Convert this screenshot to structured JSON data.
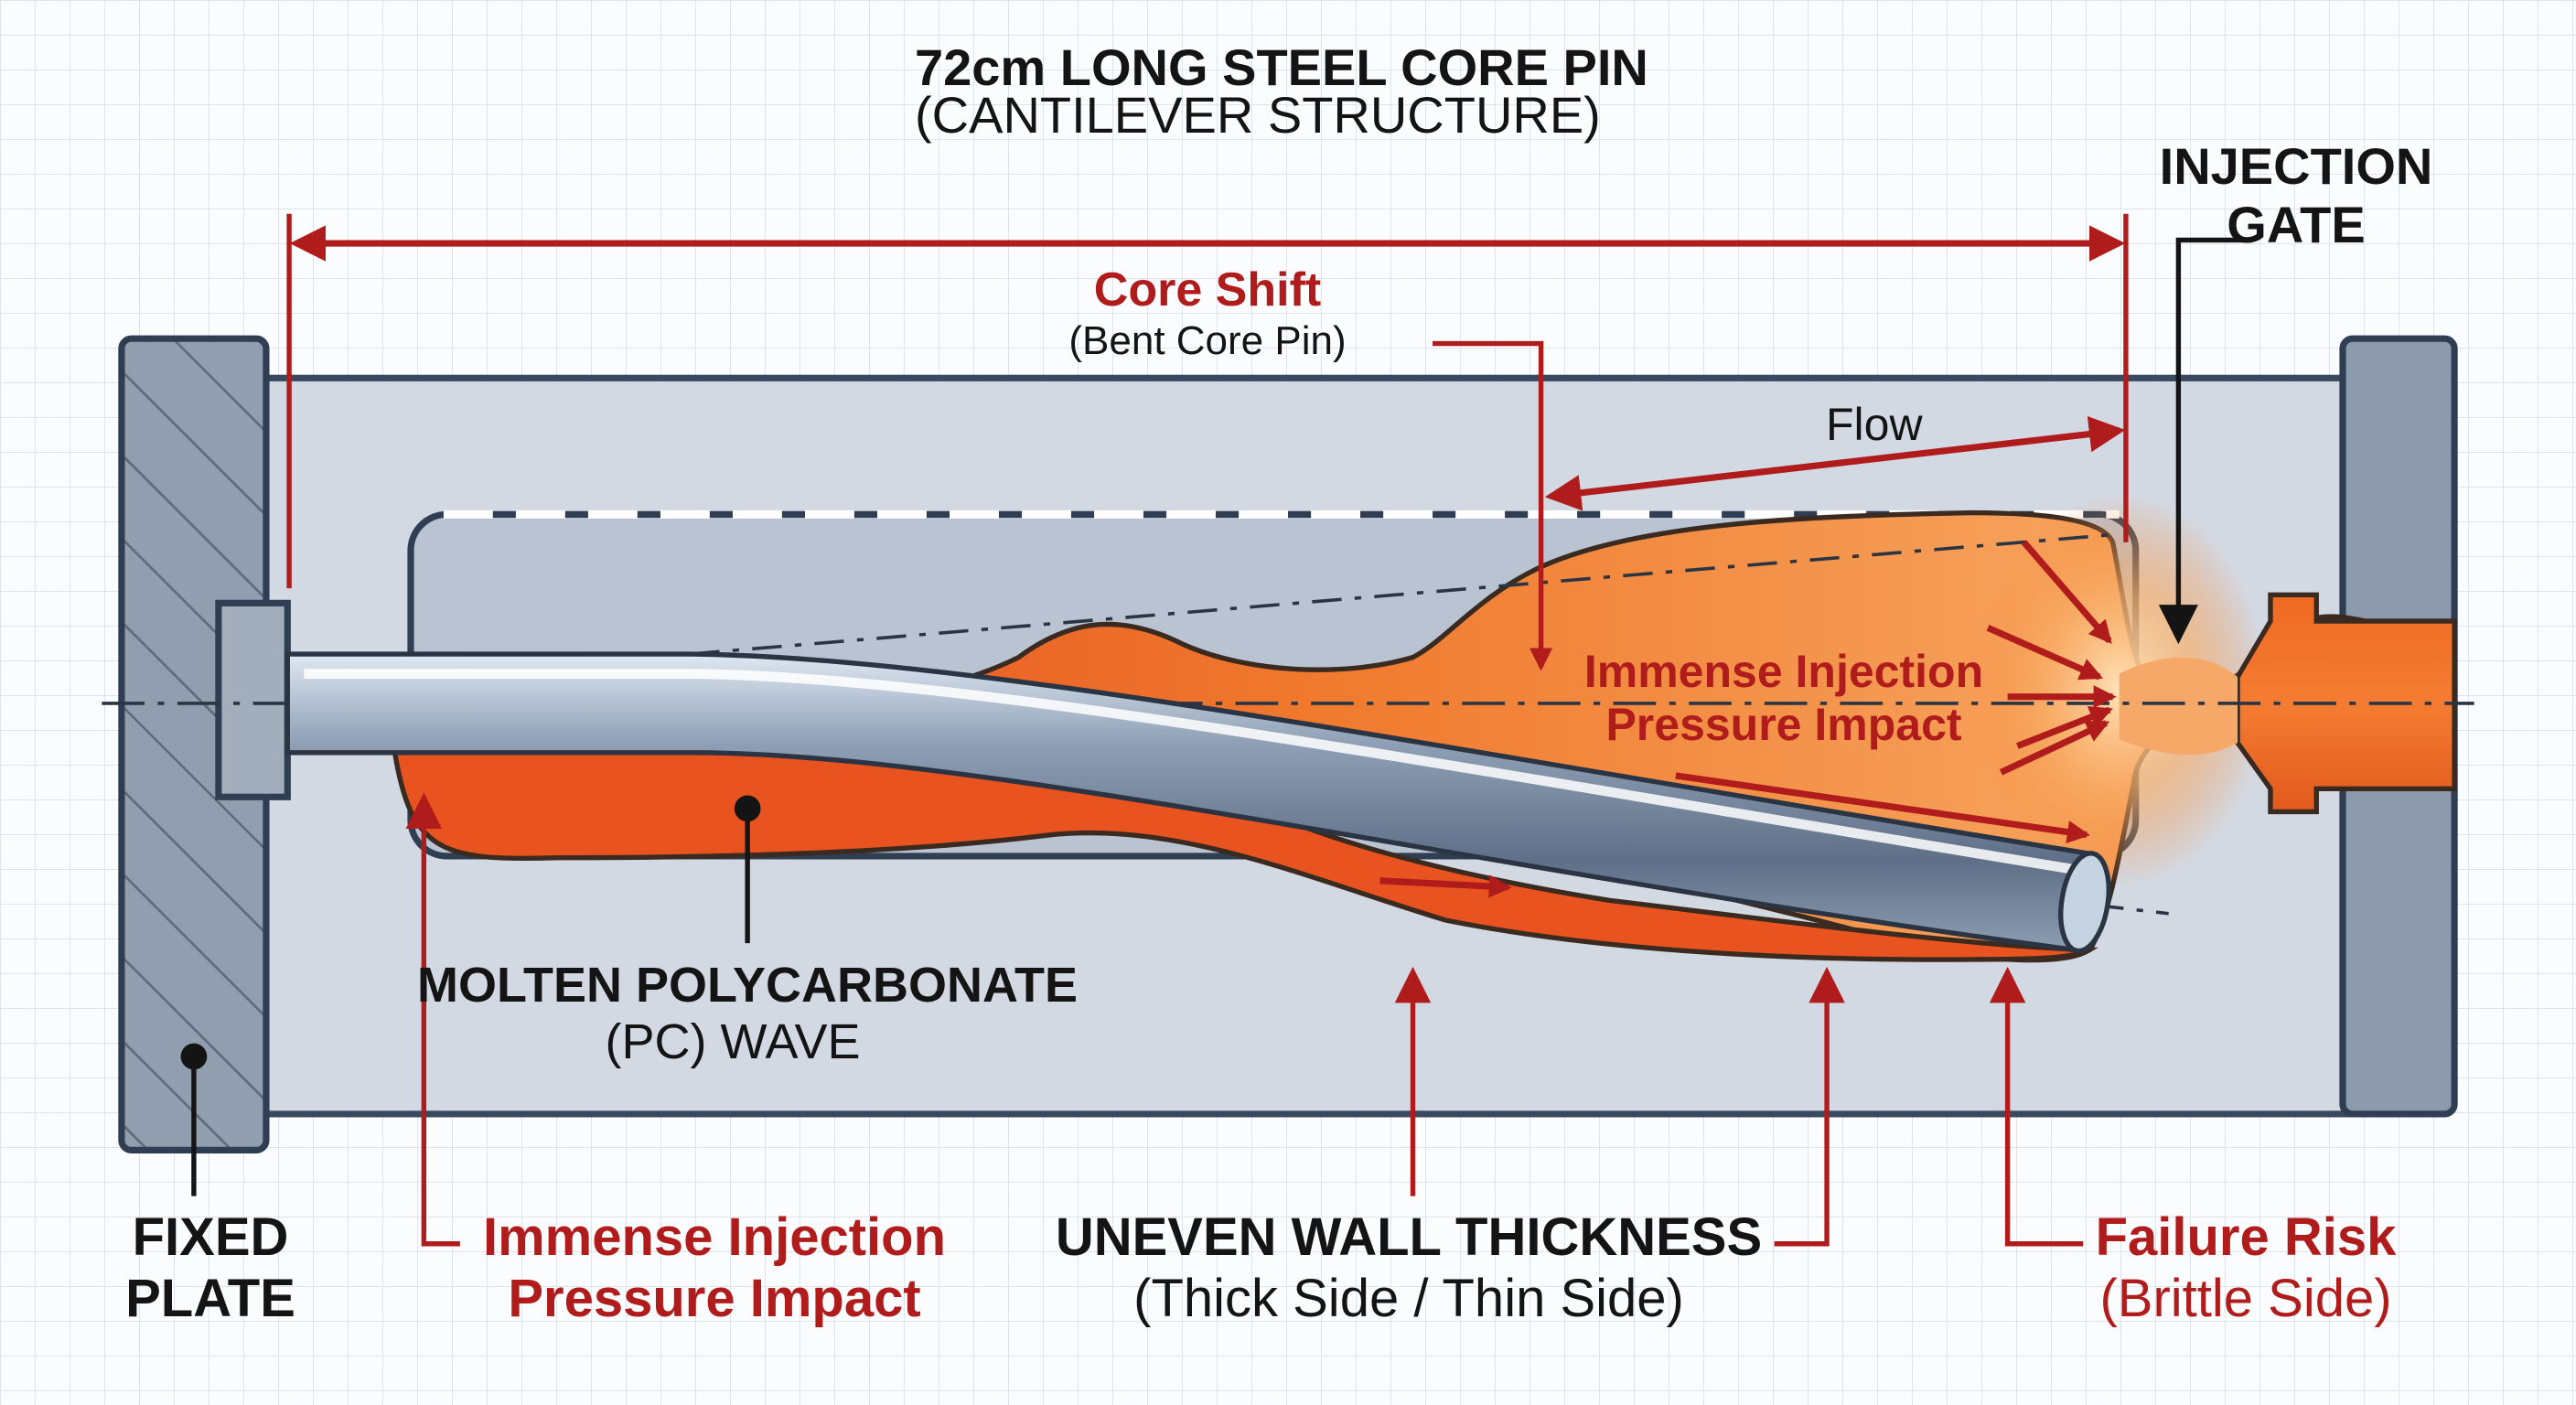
{
  "title": {
    "line1": "72cm LONG STEEL CORE PIN",
    "line2": "(CANTILEVER STRUCTURE)"
  },
  "injection_gate": {
    "line1": "INJECTION",
    "line2": "GATE"
  },
  "core_shift": {
    "line1": "Core Shift",
    "line2": "(Bent Core Pin)"
  },
  "flow": {
    "label": "Flow"
  },
  "pressure_inner": {
    "line1": "Immense Injection",
    "line2": "Pressure Impact"
  },
  "molten_pc": {
    "line1": "MOLTEN POLYCARBONATE",
    "line2": "(PC) WAVE"
  },
  "fixed_plate": {
    "line1": "FIXED",
    "line2": "PLATE"
  },
  "pressure_bottom": {
    "line1": "Immense Injection",
    "line2": "Pressure Impact"
  },
  "uneven_wall": {
    "line1": "UNEVEN WALL THICKNESS",
    "line2": "(Thick Side / Thin Side)"
  },
  "failure_risk": {
    "line1": "Failure Risk",
    "line2": "(Brittle Side)"
  },
  "colors": {
    "accent_red": "#b01c1c",
    "ink": "#141414",
    "steel_plate": "#8d9aad",
    "mold_fill": "#d3d9e3",
    "melt_orange": "#f07a2e",
    "melt_red": "#e0441c"
  }
}
